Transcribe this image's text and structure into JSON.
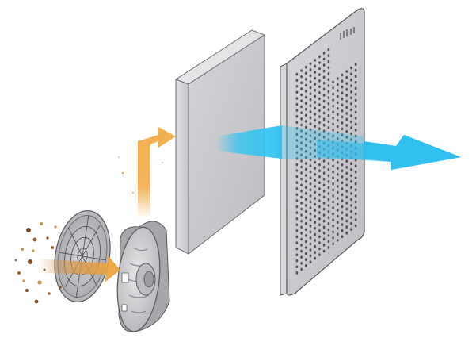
{
  "diagram": {
    "kind": "exploded-view",
    "components": [
      {
        "id": "intake-grille",
        "icon": "fan-guard-icon"
      },
      {
        "id": "fan-housing",
        "icon": "centrifugal-fan-icon"
      },
      {
        "id": "pre-filter",
        "icon": "filter-panel-icon"
      },
      {
        "id": "perforated-cover",
        "icon": "perforated-panel-icon"
      }
    ],
    "flows": [
      {
        "id": "dirty-air-in",
        "color": "#c98a3a"
      },
      {
        "id": "air-up-to-filter",
        "color": "#f0a640"
      },
      {
        "id": "clean-air-out",
        "color": "#35c4f0"
      }
    ]
  },
  "colors": {
    "panel_face": "#c9c9cc",
    "panel_edge": "#9a9a9e",
    "panel_outline": "#55575c",
    "dust_dark": "#7a4a22",
    "dust_light": "#c8924e",
    "flow_warm": "#f0a640",
    "flow_cool": "#35c4f0"
  }
}
